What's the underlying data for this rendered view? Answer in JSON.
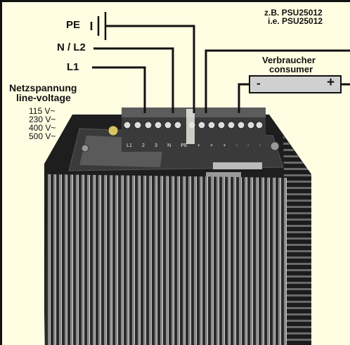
{
  "labels": {
    "pe": "PE",
    "n_l2": "N / L2",
    "l1": "L1",
    "netz_de": "Netzspannung",
    "netz_en": "line-voltage",
    "example_de": "z.B. PSU25012",
    "example_en": "i.e. PSU25012",
    "consumer_de": "Verbraucher",
    "consumer_en": "consumer",
    "minus": "-",
    "plus": "+"
  },
  "voltages": [
    "115 V~",
    "230 V~",
    "400 V~",
    "500 V~"
  ],
  "terminal_labels": [
    "L1",
    "2",
    "3",
    "N",
    "PE",
    "+",
    "+",
    "+",
    "-",
    "-",
    "-"
  ],
  "colors": {
    "background": "#fffde2",
    "line": "#111111",
    "consumer_box": "#d0d0d0",
    "device_body": "#2a2a2a"
  }
}
